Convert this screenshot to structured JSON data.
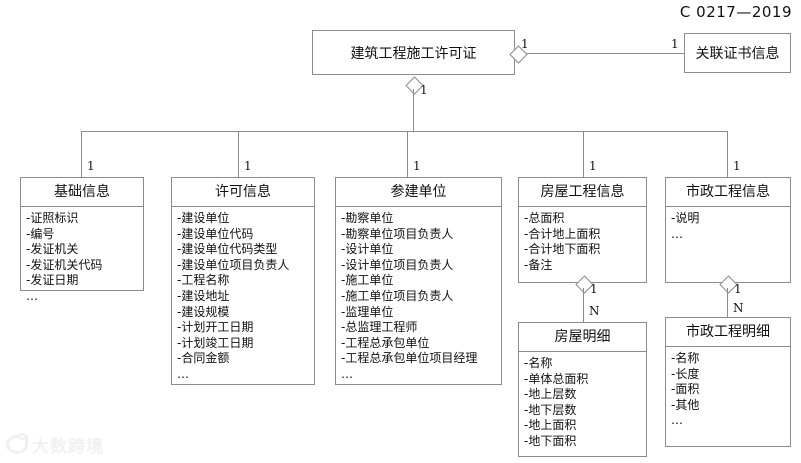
{
  "header": {
    "code": "C 0217—2019"
  },
  "watermark": {
    "text": "大数跨境",
    "logo_icon": "camera-logo-icon"
  },
  "root": {
    "label": "建筑工程施工许可证"
  },
  "related": {
    "label": "关联证书信息"
  },
  "cardinalities": {
    "root_right": "1",
    "related_left": "1",
    "root_bottom": "1",
    "branch": "1",
    "house_detail_one": "1",
    "house_detail_many": "N",
    "municipal_detail_one": "1",
    "municipal_detail_many": "N"
  },
  "entities": [
    {
      "id": "basic-info",
      "title": "基础信息",
      "fields": [
        "-证照标识",
        "-编号",
        "-发证机关",
        "-发证机关代码",
        "-发证日期",
        "…"
      ]
    },
    {
      "id": "permit-info",
      "title": "许可信息",
      "fields": [
        "-建设单位",
        "-建设单位代码",
        "-建设单位代码类型",
        "-建设单位项目负责人",
        "-工程名称",
        "-建设地址",
        "-建设规模",
        "-计划开工日期",
        "-计划竣工日期",
        "-合同金额",
        "…"
      ]
    },
    {
      "id": "participating-units",
      "title": "参建单位",
      "fields": [
        "-勘察单位",
        "-勘察单位项目负责人",
        "-设计单位",
        "-设计单位项目负责人",
        "-施工单位",
        "-施工单位项目负责人",
        "-监理单位",
        "-总监理工程师",
        "-工程总承包单位",
        "-工程总承包单位项目经理",
        "…"
      ]
    },
    {
      "id": "building-project-info",
      "title": "房屋工程信息",
      "fields": [
        "-总面积",
        "-合计地上面积",
        "-合计地下面积",
        "-备注"
      ]
    },
    {
      "id": "municipal-project-info",
      "title": "市政工程信息",
      "fields": [
        "-说明",
        "…"
      ]
    },
    {
      "id": "building-detail",
      "title": "房屋明细",
      "fields": [
        "-名称",
        "-单体总面积",
        "-地上层数",
        "-地下层数",
        "-地上面积",
        "-地下面积"
      ]
    },
    {
      "id": "municipal-detail",
      "title": "市政工程明细",
      "fields": [
        "-名称",
        "-长度",
        "-面积",
        "-其他",
        "…"
      ]
    }
  ]
}
